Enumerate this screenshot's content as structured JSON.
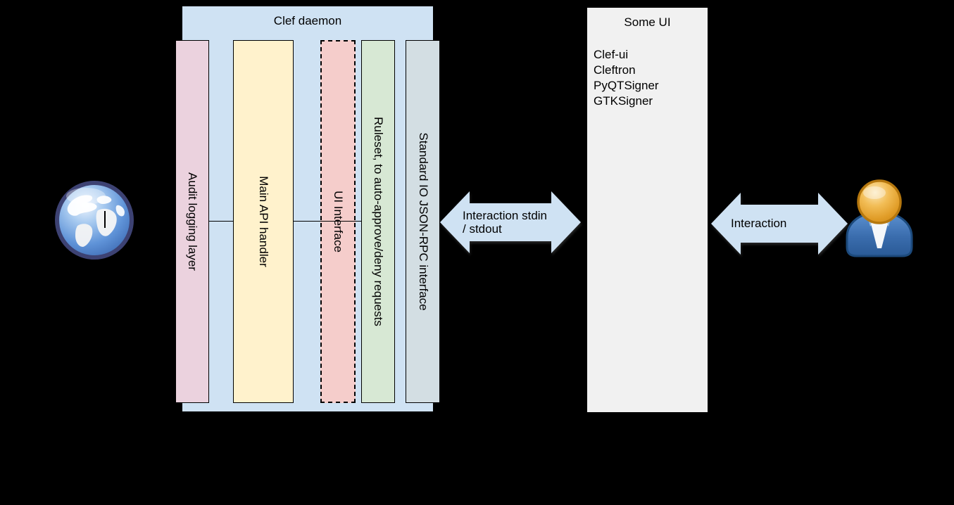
{
  "colors": {
    "background": "#000000",
    "border": "#000000",
    "container_fill": "#cfe2f3",
    "someui_fill": "#f1f1f1",
    "arrow_fill": "#cfe2f3"
  },
  "clef_daemon": {
    "title": "Clef daemon",
    "layers": [
      {
        "label": "Audit logging layer",
        "fill": "#ebd2de",
        "border_style": "solid"
      },
      {
        "label": "Main API handler",
        "fill": "#fff2cc",
        "border_style": "solid"
      },
      {
        "label": "UI Interface",
        "fill": "#f5cdcb",
        "border_style": "dashed"
      },
      {
        "label": "Ruleset, to auto-approve/deny requests",
        "fill": "#d7e8d4",
        "border_style": "solid"
      },
      {
        "label": "Standard IO JSON-RPC interface",
        "fill": "#d3dee3",
        "border_style": "solid"
      }
    ]
  },
  "some_ui": {
    "title": "Some UI",
    "items": [
      "Clef-ui",
      "Cleftron",
      "PyQTSigner",
      "GTKSigner"
    ]
  },
  "arrows": [
    {
      "label_line1": "Interaction stdin",
      "label_line2": "/ stdout",
      "fill": "#cfe2f3"
    },
    {
      "label": "Interaction",
      "fill": "#cfe2f3"
    }
  ],
  "icons": {
    "left": "globe",
    "right": "user"
  }
}
